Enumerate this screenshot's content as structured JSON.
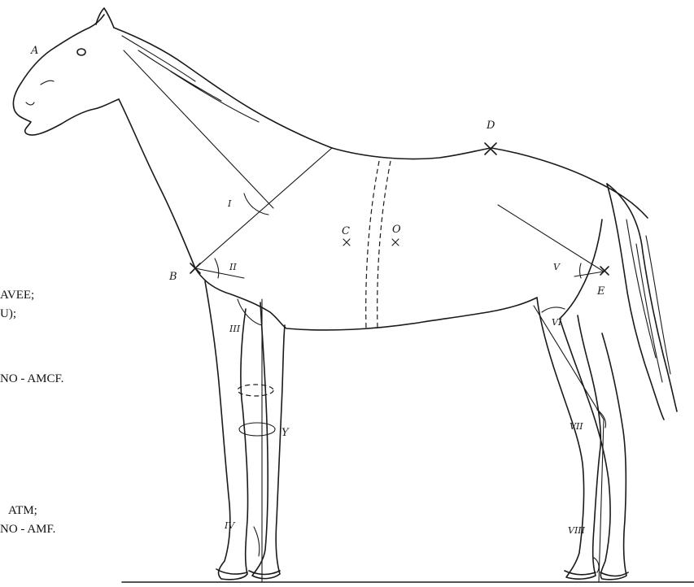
{
  "points": {
    "a": "A",
    "b": "B",
    "c": "C",
    "o": "O",
    "d": "D",
    "e": "E",
    "y": "Y"
  },
  "angles": [
    "I",
    "II",
    "III",
    "IV",
    "V",
    "VI",
    "VII",
    "VIII"
  ],
  "side_text": {
    "line1": "AVEE;",
    "line2": "U);",
    "line3": "NO - AMCF.",
    "line4": "ATM;",
    "line5": "NO - AMF."
  }
}
